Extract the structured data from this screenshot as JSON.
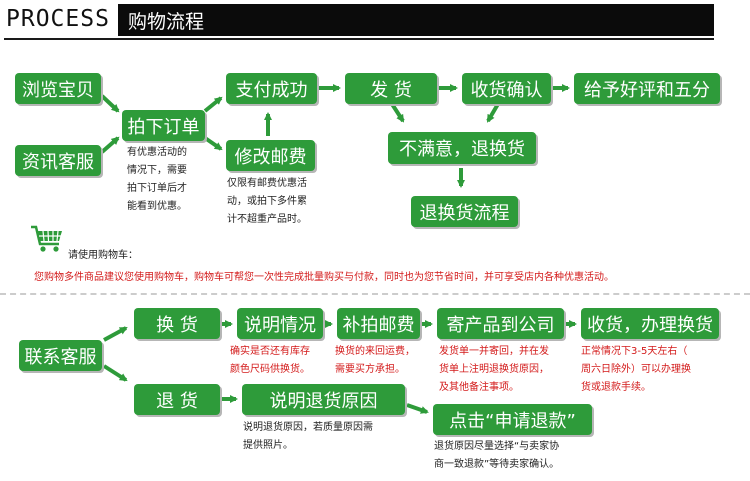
{
  "header": {
    "word": "PROCESS",
    "title": "购物流程"
  },
  "colors": {
    "box": "#2e9b3a",
    "note_red": "#d31a1a",
    "header_bg": "#0b0b0b"
  },
  "flow": {
    "browse": "浏览宝贝",
    "consult": "资讯客服",
    "order": "拍下订单",
    "pay": "支付成功",
    "ship": "发  货",
    "receive": "收货确认",
    "review": "给予好评和五分",
    "modify_postage": "修改邮费",
    "unsatisfied": "不满意，退换货",
    "return_flow": "退换货流程"
  },
  "notes": {
    "order": "有优惠活动的\n情况下，需要\n拍下订单后才\n能看到优惠。",
    "postage": "仅限有邮费优惠活\n动，或拍下多件累\n计不超重产品时。"
  },
  "cart": {
    "icon": "shopping-cart-icon",
    "title": "请使用购物车：",
    "desc": "您购物多件商品建议您使用购物车，购物车可帮您一次性完成批量购买与付款，同时也为您节省时间，并可享受店内各种优惠活动。"
  },
  "service": {
    "contact": "联系客服",
    "exchange": "换  货",
    "explain": "说明情况",
    "repay_postage": "补拍邮费",
    "send_back": "寄产品到公司",
    "receive_exchange": "收货，办理换货",
    "refund": "退  货",
    "explain_reason": "说明退货原因",
    "apply_refund": "点击“申请退款”"
  },
  "service_notes": {
    "explain": "确实是否还有库存\n颜色尺码供换货。",
    "repay": "换货的来回运费，\n需要买方承担。",
    "send": "发货单一并寄回，并在发\n货单上注明退换货原因，\n及其他备注事项。",
    "receive": "正常情况下3-5天左右（\n周六日除外）可以办理换\n货或退款手续。",
    "reason": "说明退货原因，若质量原因需\n提供照片。",
    "apply": "退货原因尽量选择“与卖家协\n商一致退款”等待卖家确认。"
  }
}
